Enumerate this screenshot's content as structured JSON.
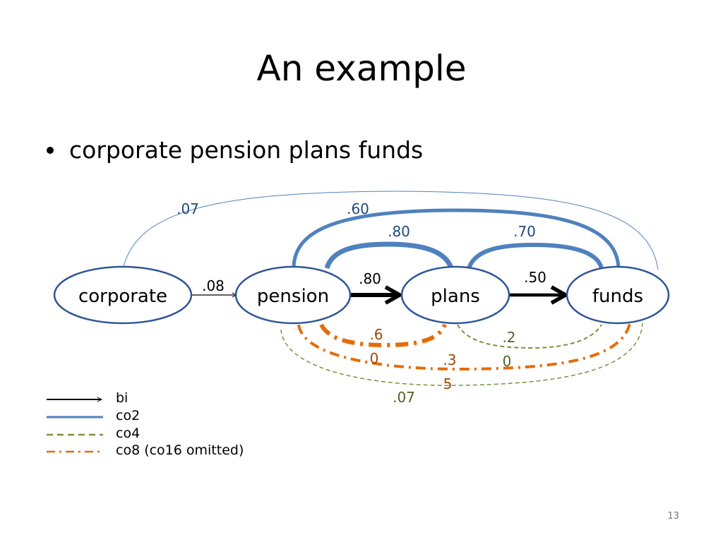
{
  "slide": {
    "title": "An example",
    "bullets": [
      "corporate pension plans funds"
    ],
    "page_number": "13"
  },
  "colors": {
    "bi": "#000000",
    "co2": "#4F81BD",
    "co4": "#77933C",
    "co8": "#E36C09",
    "node_stroke": "#2F5597",
    "blue_label": "#1F497D",
    "green_label": "#4F6228",
    "orange_label": "#984806"
  },
  "nodes": [
    {
      "id": "corporate",
      "label": "corporate"
    },
    {
      "id": "pension",
      "label": "pension"
    },
    {
      "id": "plans",
      "label": "plans"
    },
    {
      "id": "funds",
      "label": "funds"
    }
  ],
  "edges": [
    {
      "type": "bi",
      "from": "corporate",
      "to": "pension",
      "label": ".08"
    },
    {
      "type": "bi",
      "from": "pension",
      "to": "plans",
      "label": ".80"
    },
    {
      "type": "bi",
      "from": "plans",
      "to": "funds",
      "label": ".50"
    },
    {
      "type": "co2",
      "from": "corporate",
      "to": "funds",
      "label": ".07"
    },
    {
      "type": "co2",
      "from": "pension",
      "to": "funds",
      "label": ".60"
    },
    {
      "type": "co2",
      "from": "pension",
      "to": "plans",
      "label": ".80"
    },
    {
      "type": "co2",
      "from": "plans",
      "to": "funds",
      "label": ".70"
    },
    {
      "type": "co8",
      "from": "pension",
      "to": "plans",
      "label_lines": [
        ".6",
        "0"
      ]
    },
    {
      "type": "co8",
      "from": "pension",
      "to": "funds",
      "label_lines": [
        ".3",
        "5"
      ]
    },
    {
      "type": "co4",
      "from": "plans",
      "to": "funds",
      "label_lines": [
        ".2",
        "0"
      ]
    },
    {
      "type": "co4",
      "from": "pension",
      "to": "funds",
      "label": ".07"
    }
  ],
  "legend": [
    {
      "key": "bi",
      "label": "bi"
    },
    {
      "key": "co2",
      "label": "co2"
    },
    {
      "key": "co4",
      "label": "co4"
    },
    {
      "key": "co8",
      "label": "co8 (co16 omitted)"
    }
  ]
}
